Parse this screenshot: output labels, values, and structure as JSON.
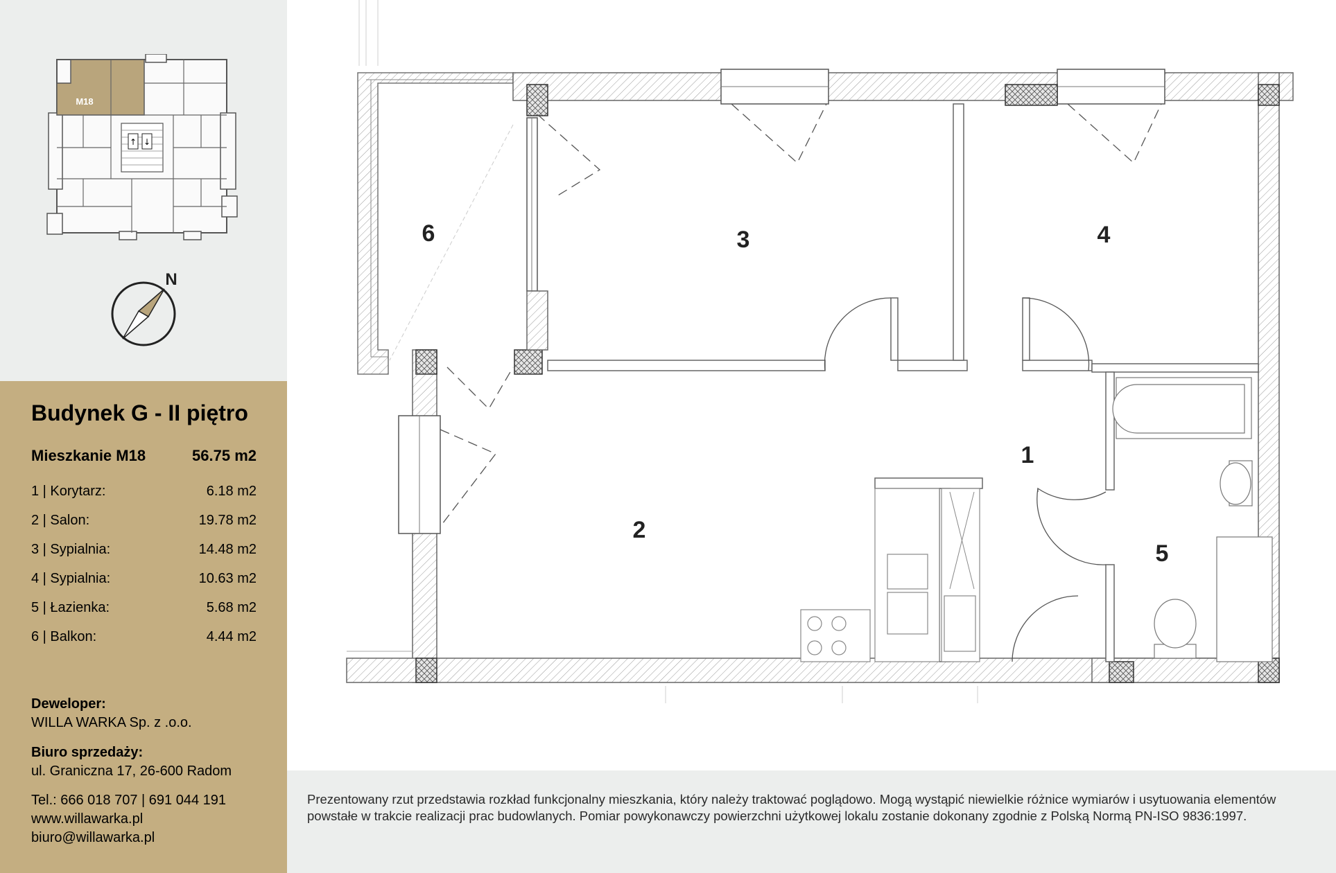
{
  "keyplan": {
    "unit_label": "M18",
    "highlight_color": "#b9a57c"
  },
  "compass": {
    "north_label": "N",
    "needle_color": "#b9a57c"
  },
  "building": {
    "title": "Budynek G - II piętro"
  },
  "apartment": {
    "name": "Mieszkanie M18",
    "area": "56.75 m2"
  },
  "rooms": [
    {
      "label": "1 | Korytarz:",
      "area": "6.18 m2"
    },
    {
      "label": "2 | Salon:",
      "area": "19.78 m2"
    },
    {
      "label": "3 | Sypialnia:",
      "area": "14.48 m2"
    },
    {
      "label": "4 | Sypialnia:",
      "area": "10.63 m2"
    },
    {
      "label": "5 | Łazienka:",
      "area": "5.68 m2"
    },
    {
      "label": "6 | Balkon:",
      "area": "4.44 m2"
    }
  ],
  "developer": {
    "label": "Deweloper:",
    "name": "WILLA WARKA Sp. z .o.o."
  },
  "sales_office": {
    "label": "Biuro sprzedaży:",
    "address": "ul. Graniczna 17, 26-600 Radom"
  },
  "contact": {
    "phone": "Tel.: 666 018 707 | 691 044 191",
    "website": "www.willawarka.pl",
    "email": "biuro@willawarka.pl"
  },
  "disclaimer": "Prezentowany rzut przedstawia rozkład funkcjonalny mieszkania, który należy traktować poglądowo. Mogą wystąpić niewielkie różnice wymiarów i usytuowania elementów powstałe w trakcie realizacji prac budowlanych. Pomiar powykonawczy powierzchni użytkowej lokalu zostanie dokonany zgodnie z Polską Normą PN-ISO 9836:1997.",
  "plan": {
    "room_numbers": [
      "1",
      "2",
      "3",
      "4",
      "5",
      "6"
    ]
  },
  "colors": {
    "sidebar_light": "#eceeed",
    "sidebar_accent": "#c4ae81",
    "wall": "#666666"
  }
}
